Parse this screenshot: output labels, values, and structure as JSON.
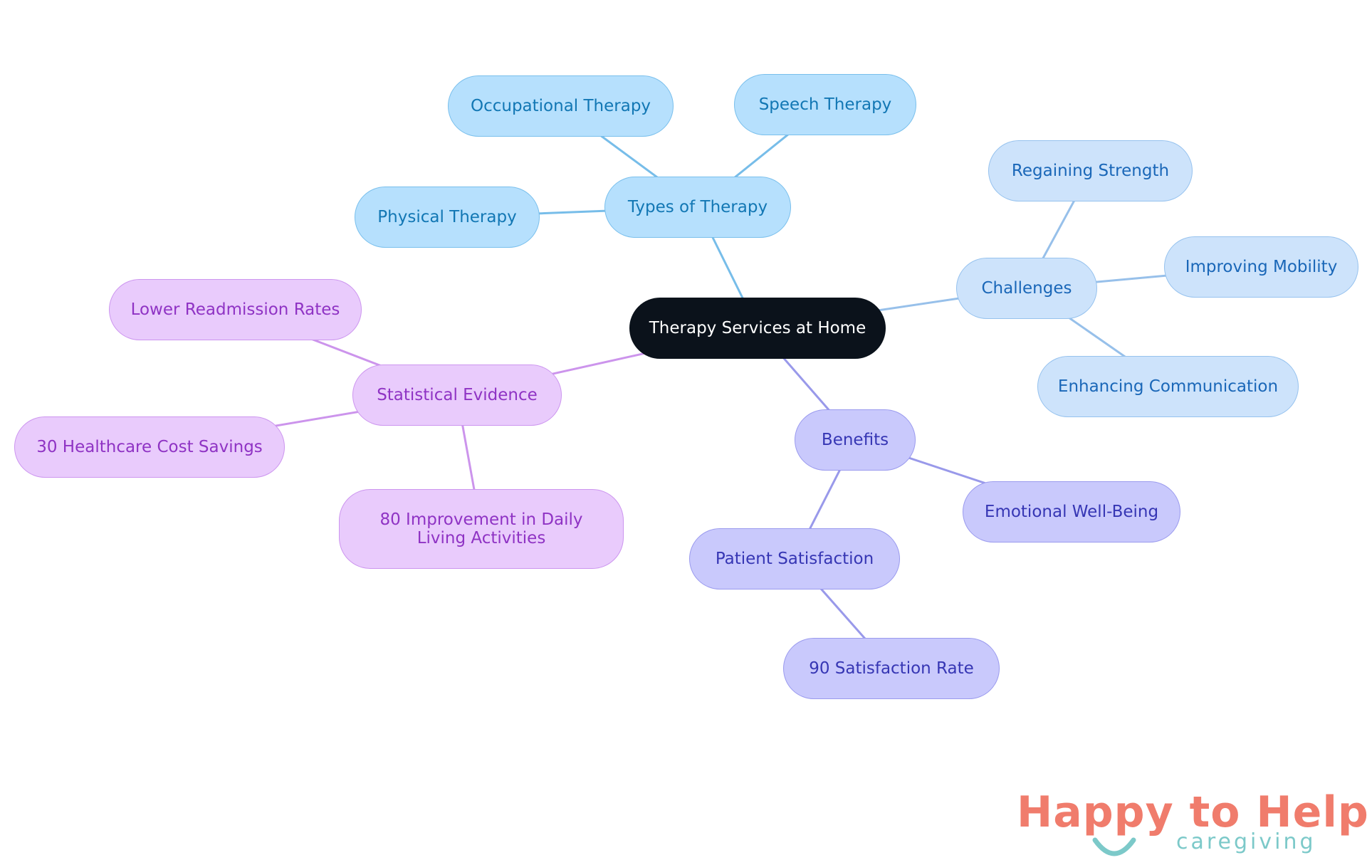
{
  "diagram": {
    "root": "Therapy Services at Home",
    "nodes": {
      "types_of_therapy": "Types of Therapy",
      "occupational_therapy": "Occupational Therapy",
      "speech_therapy": "Speech Therapy",
      "physical_therapy": "Physical Therapy",
      "challenges": "Challenges",
      "regaining_strength": "Regaining Strength",
      "improving_mobility": "Improving Mobility",
      "enhancing_communication": "Enhancing Communication",
      "benefits": "Benefits",
      "emotional_well_being": "Emotional Well-Being",
      "patient_satisfaction": "Patient Satisfaction",
      "satisfaction_rate": "90 Satisfaction Rate",
      "statistical_evidence": "Statistical Evidence",
      "lower_readmission_rates": "Lower Readmission Rates",
      "healthcare_cost_savings": "30 Healthcare Cost Savings",
      "daily_living_improvement": "80 Improvement in Daily Living Activities"
    },
    "edges": [
      [
        "root",
        "types_of_therapy"
      ],
      [
        "types_of_therapy",
        "occupational_therapy"
      ],
      [
        "types_of_therapy",
        "speech_therapy"
      ],
      [
        "types_of_therapy",
        "physical_therapy"
      ],
      [
        "root",
        "challenges"
      ],
      [
        "challenges",
        "regaining_strength"
      ],
      [
        "challenges",
        "improving_mobility"
      ],
      [
        "challenges",
        "enhancing_communication"
      ],
      [
        "root",
        "benefits"
      ],
      [
        "benefits",
        "emotional_well_being"
      ],
      [
        "benefits",
        "patient_satisfaction"
      ],
      [
        "patient_satisfaction",
        "satisfaction_rate"
      ],
      [
        "root",
        "statistical_evidence"
      ],
      [
        "statistical_evidence",
        "lower_readmission_rates"
      ],
      [
        "statistical_evidence",
        "healthcare_cost_savings"
      ],
      [
        "statistical_evidence",
        "daily_living_improvement"
      ]
    ],
    "branch_colors": {
      "types_of_therapy": "#77bde9",
      "challenges": "#97c0ea",
      "benefits": "#9999ea",
      "statistical_evidence": "#cc94ec"
    }
  },
  "logo": {
    "word_happy": "Happy",
    "word_to": "to",
    "word_help": "Help",
    "tagline": "caregiving",
    "colors": {
      "primary": "#f07c6c",
      "accent": "#7cc9c9"
    }
  }
}
